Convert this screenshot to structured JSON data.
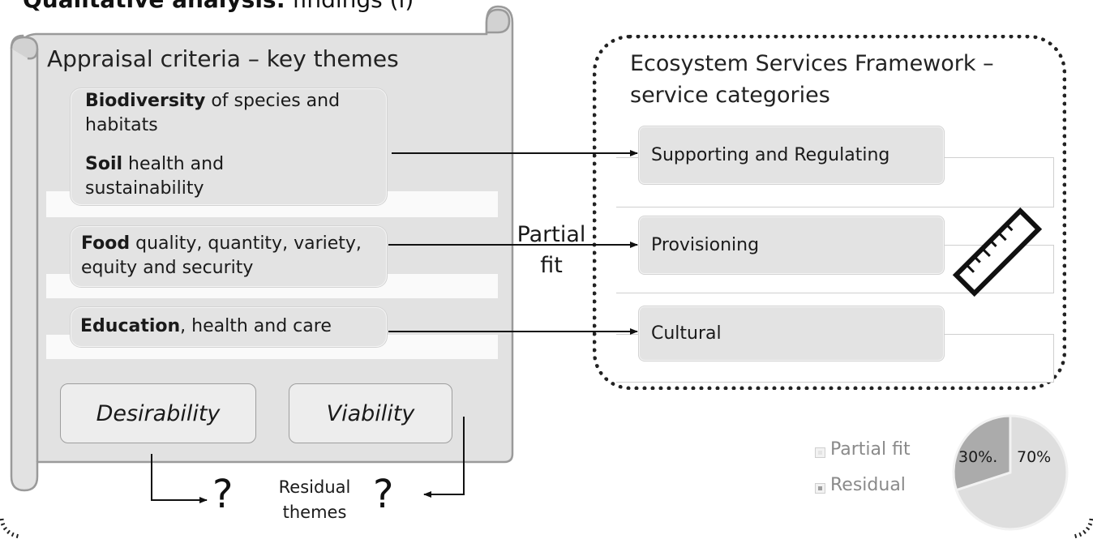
{
  "heading": {
    "bold": "Qualitative analysis:",
    "rest": " findings (i)"
  },
  "scroll": {
    "title": "Appraisal criteria – key themes",
    "criteria": [
      {
        "lines": [
          {
            "bold": "Biodiversity",
            "rest": " of species and habitats"
          },
          {
            "bold": "Soil",
            "rest": " health and sustainability"
          }
        ]
      },
      {
        "lines": [
          {
            "bold": "Food",
            "rest": " quality, quantity, variety, equity and security"
          }
        ]
      },
      {
        "lines": [
          {
            "bold": "Education",
            "rest": ", health and care"
          }
        ]
      }
    ],
    "desirability": "Desirability",
    "viability": "Viability"
  },
  "framework": {
    "title": "Ecosystem Services Framework – service categories",
    "categories": [
      "Supporting and Regulating",
      "Provisioning",
      "Cultural"
    ]
  },
  "partial_fit_label": {
    "line1": "Partial",
    "line2": "fit"
  },
  "residual": {
    "line1": "Residual",
    "line2": "themes",
    "mark": "?"
  },
  "legend": {
    "partial": "Partial fit",
    "residual": "Residual"
  },
  "pie": {
    "slices": [
      {
        "name": "Partial fit",
        "value": 70,
        "label": "70%",
        "color": "#dedede"
      },
      {
        "name": "Residual",
        "value": 30,
        "label": "30%.",
        "color": "#ababab"
      }
    ],
    "edge_color": "#f2f2f2"
  },
  "colors": {
    "box_fill": "#e3e3e3",
    "scroll_fill": "#e2e2e2",
    "frame": "#222222"
  },
  "icons": {
    "ruler": "ruler-icon"
  }
}
